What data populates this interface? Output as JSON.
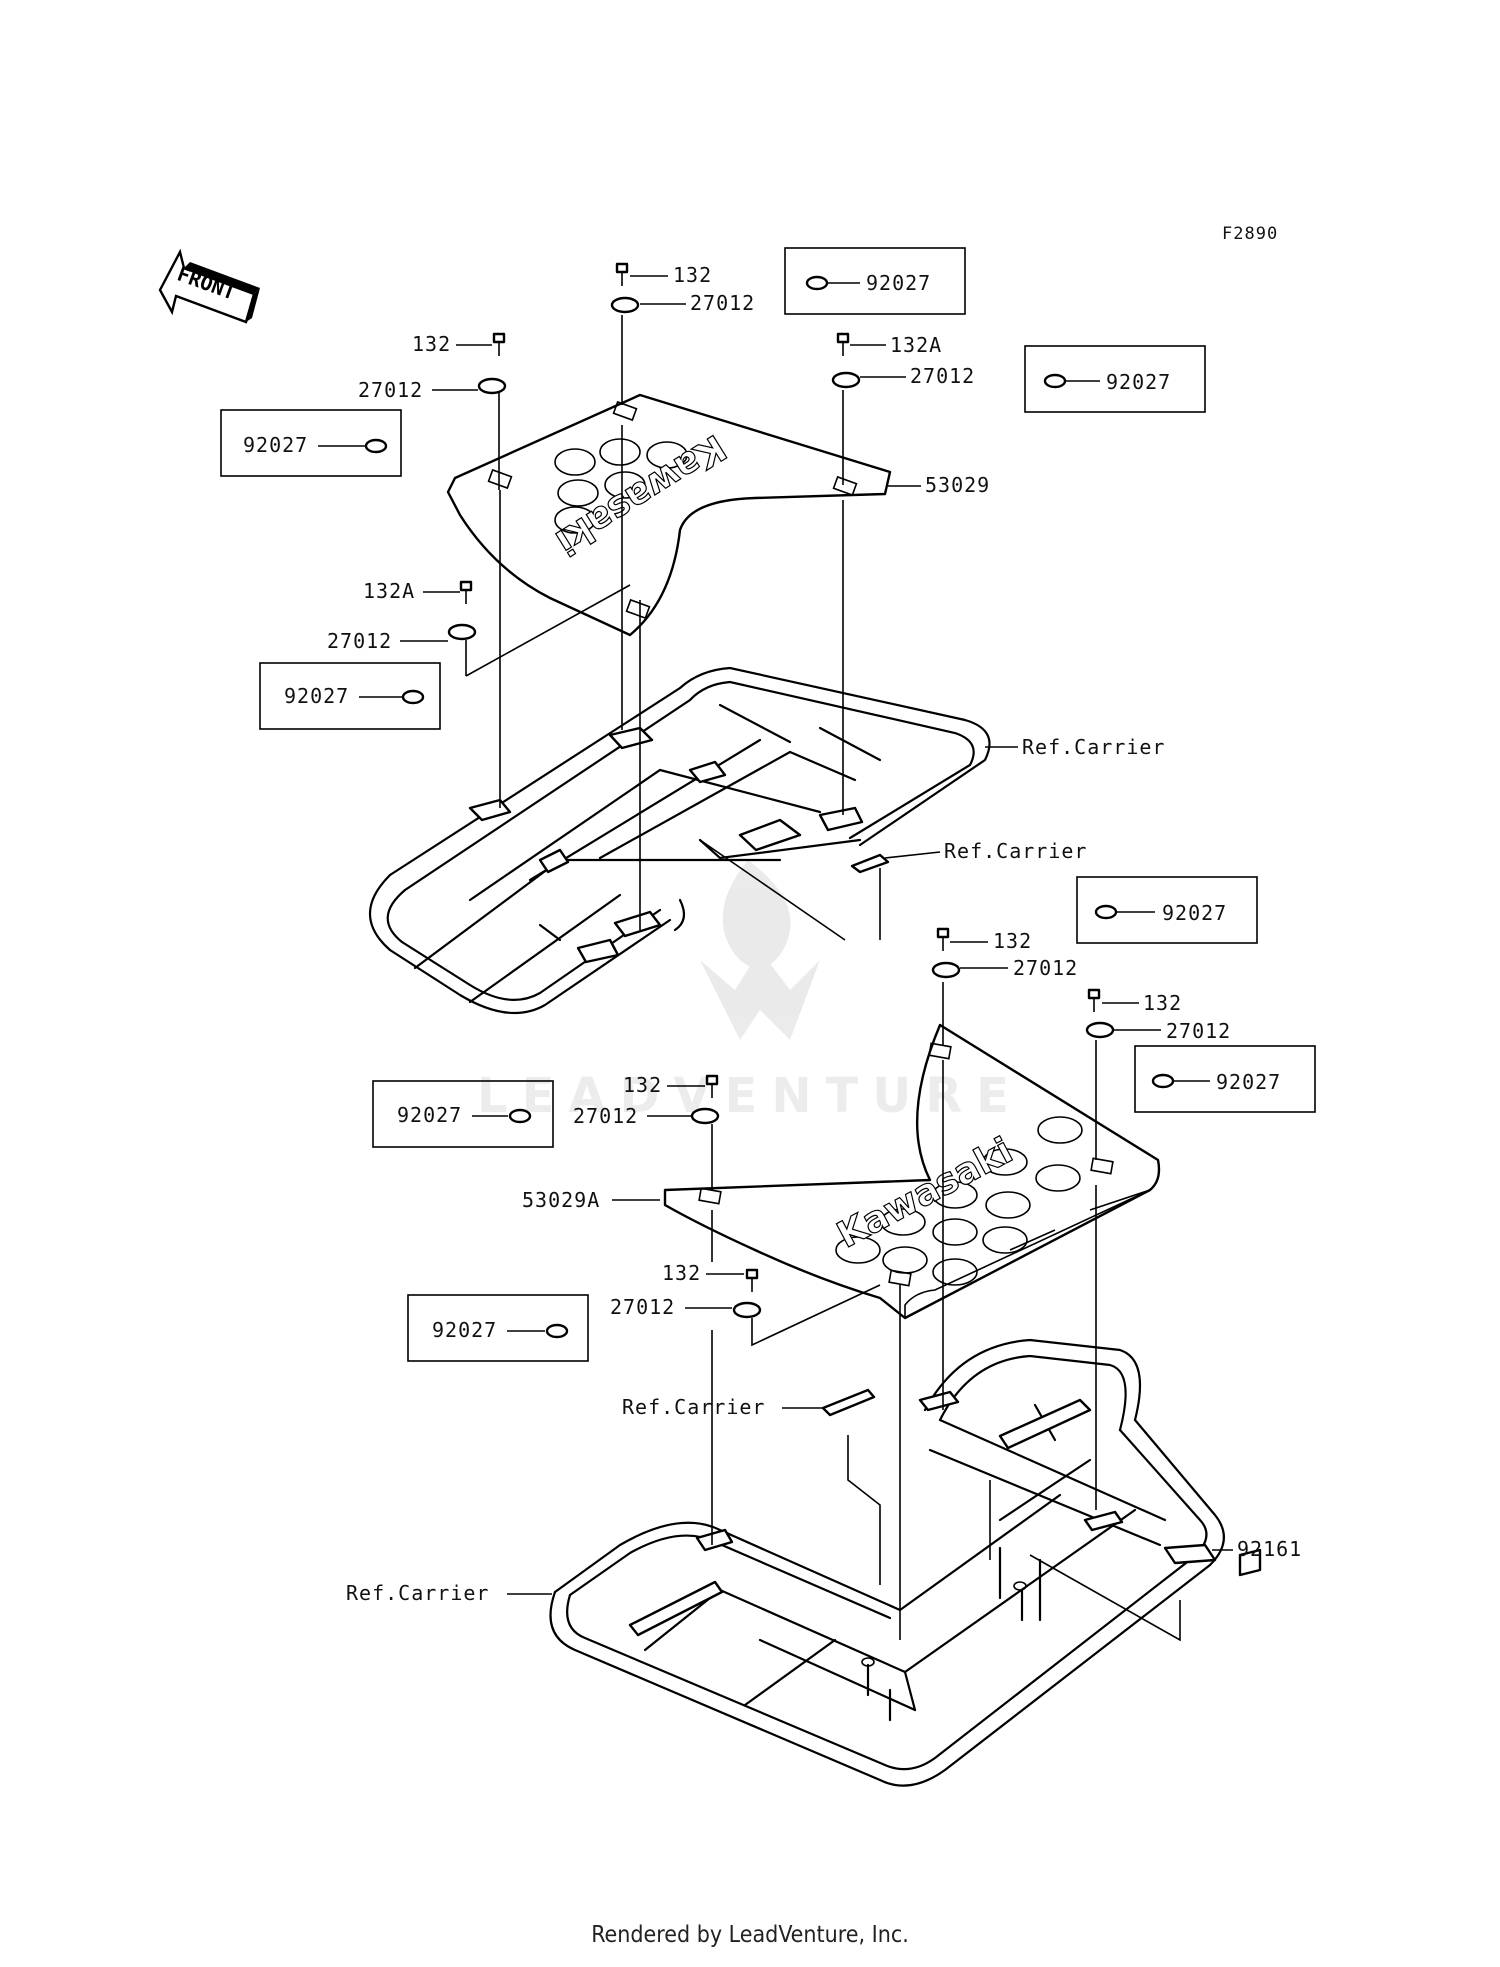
{
  "figure_code": "F2890",
  "front_arrow_label": "FRONT",
  "watermark_text": "LEADVENTURE",
  "footer_text": "Rendered by LeadVenture, Inc.",
  "decal_text": "Kawasaki",
  "callouts": {
    "c132_a": "132",
    "c27012_a": "27012",
    "c92027_box_a": "92027",
    "c132_b": "132",
    "c27012_b": "27012",
    "c92027_box_b": "92027",
    "c132A_a": "132A",
    "c27012_c": "27012",
    "c92027_box_c": "92027",
    "c53029": "53029",
    "c132A_b": "132A",
    "c27012_d": "27012",
    "c92027_box_d": "92027",
    "ref_carrier_1": "Ref.Carrier",
    "ref_carrier_2": "Ref.Carrier",
    "c92027_box_e": "92027",
    "c132_c": "132",
    "c27012_e": "27012",
    "c132_d": "132",
    "c27012_f": "27012",
    "c92027_box_f": "92027",
    "c92027_box_g": "92027",
    "c132_e": "132",
    "c27012_g": "27012",
    "c53029A": "53029A",
    "c132_f": "132",
    "c27012_h": "27012",
    "c92027_box_h": "92027",
    "ref_carrier_3": "Ref.Carrier",
    "c92161": "92161",
    "ref_carrier_4": "Ref.Carrier"
  }
}
